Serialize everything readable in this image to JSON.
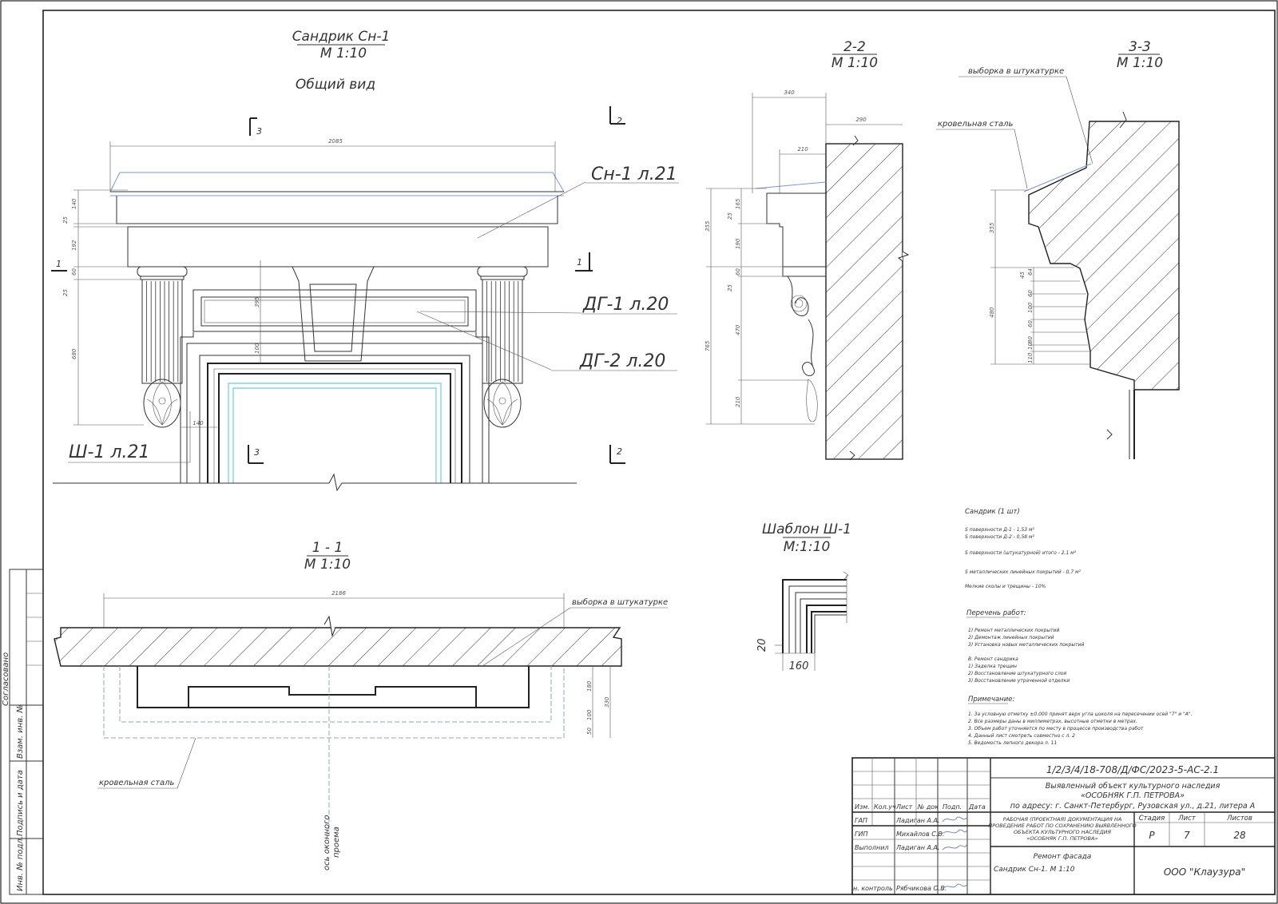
{
  "drawing": {
    "title": "Сандрик Сн-1",
    "scale": "М 1:10",
    "view_label": "Общий вид",
    "callout_sn1": "Сн-1 л.21",
    "callout_dg1": "ДГ-1 л.20",
    "callout_dg2": "ДГ-2 л.20",
    "callout_sh1": "Ш-1 л.21",
    "section_marker_3": "3",
    "section_marker_2": "2",
    "section_marker_1": "1",
    "dims": {
      "width_2085": "2085",
      "d140": "140",
      "d25a": "25",
      "d192": "192",
      "d60": "60",
      "d25b": "25",
      "d680": "680",
      "d395": "395",
      "d100": "100",
      "d140b": "140"
    }
  },
  "section22": {
    "title": "2-2",
    "scale": "М 1:10",
    "dims": {
      "d340": "340",
      "d290": "290",
      "d210": "210",
      "d355": "355",
      "d25": "25",
      "d165": "165",
      "d190": "190",
      "d25b": "25",
      "d60": "60",
      "d765": "765",
      "d470": "470",
      "d210b": "210"
    }
  },
  "section33": {
    "title": "3-3",
    "scale": "М 1:10",
    "label_vyborka": "выборка в штукатурке",
    "label_steel": "кровельная сталь",
    "dims": {
      "d355": "355",
      "d480": "480",
      "d45": "45",
      "d64": "64",
      "d60": "60",
      "d100": "100",
      "d60b": "60",
      "d80": "80",
      "d10": "10",
      "d110": "110"
    }
  },
  "section11": {
    "title": "1 - 1",
    "scale": "М 1:10",
    "label_vyborka": "выборка в штукатурке",
    "label_steel": "кровельная сталь",
    "axis_label_1": "ось оконного",
    "axis_label_2": "проема",
    "dims": {
      "d2186": "2186",
      "d180": "180",
      "d330": "330",
      "d100": "100",
      "d50": "50"
    }
  },
  "template": {
    "title": "Шаблон Ш-1",
    "scale": "М:1:10",
    "d20": "20",
    "d160": "160"
  },
  "notes": {
    "heading": "Сандрик (1 шт)",
    "areas": [
      "S поверхности Д-1 - 1,53 м²",
      "S поверхности Д-2 - 0,58 м²",
      "S поверхности (штукатурной) итого - 2,1 м²",
      "S металлических линейных покрытий - 0,7 м²",
      "Мелкие сколы и трещины - 10%"
    ],
    "works_heading": "Перечень работ:",
    "works": [
      "1)   Ремонт металлических покрытий",
      "2)   Демонтаж линейных покрытий",
      "3)   Установка новых металлических покрытий",
      "",
      "В.   Ремонт сандрика",
      "1)   Заделка трещин",
      "2)   Восстановление штукатурного слоя",
      "3)   Восстановление утраченной отделки"
    ],
    "remarks_heading": "Примечание:",
    "remarks": [
      "1.   За условную отметку ±0.000 принят верх угла цоколя на пересечении осей \"7\" и \"А\".",
      "2.   Все размеры даны в миллиметрах, высотные отметки в метрах.",
      "3.   Объем работ уточняется по месту в процессе производства работ",
      "4.   Данный лист смотреть совместно с л. 2",
      "5.   Ведомость лепного декора л. 11"
    ]
  },
  "left_stamp": {
    "c1": "Согласовано",
    "c2": "Взам. инв. №",
    "c3": "Подпись и дата",
    "c4": "Инв. № подл."
  },
  "title_block": {
    "code": "1/2/3/4/18-708/Д/ФС/2023-5-АС-2.1",
    "object_line1": "Выявленный объект культурного наследия",
    "object_line2": "«ОСОБНЯК Г.П. ПЕТРОВА»",
    "address": "по адресу: г. Санкт-Петербург, Рузовская ул., д.21, литера А",
    "header": [
      "Изм.",
      "Кол.уч",
      "Лист",
      "№ док",
      "Подп.",
      "Дата"
    ],
    "roles": [
      {
        "role": "ГАП",
        "name": "Ладиган А.А."
      },
      {
        "role": "ГИП",
        "name": "Михайлов С.В."
      },
      {
        "role": "Выполнил",
        "name": "Ладиган А.А."
      },
      {
        "role": "",
        "name": ""
      },
      {
        "role": "",
        "name": ""
      },
      {
        "role": "н. контроль",
        "name": "Рябчикова О.В."
      }
    ],
    "doc_desc": [
      "РАБОЧАЯ (ПРОЕКТНАЯ) ДОКУМЕНТАЦИЯ НА",
      "ПРОВЕДЕНИЕ РАБОТ ПО СОХРАНЕНИЮ ВЫЯВЛЕННОГО",
      "ОБЪЕКТА КУЛЬТУРНОГО НАСЛЕДИЯ",
      "«ОСОБНЯК Г.П. ПЕТРОВА»"
    ],
    "stage_h": "Стадия",
    "sheet_h": "Лист",
    "sheets_h": "Листов",
    "stage": "Р",
    "sheet": "7",
    "sheets": "28",
    "subject": "Ремонт фасада",
    "sheet_title": "Сандрик Сн-1. М 1:10",
    "company": "ООО \"Клаузура\""
  }
}
